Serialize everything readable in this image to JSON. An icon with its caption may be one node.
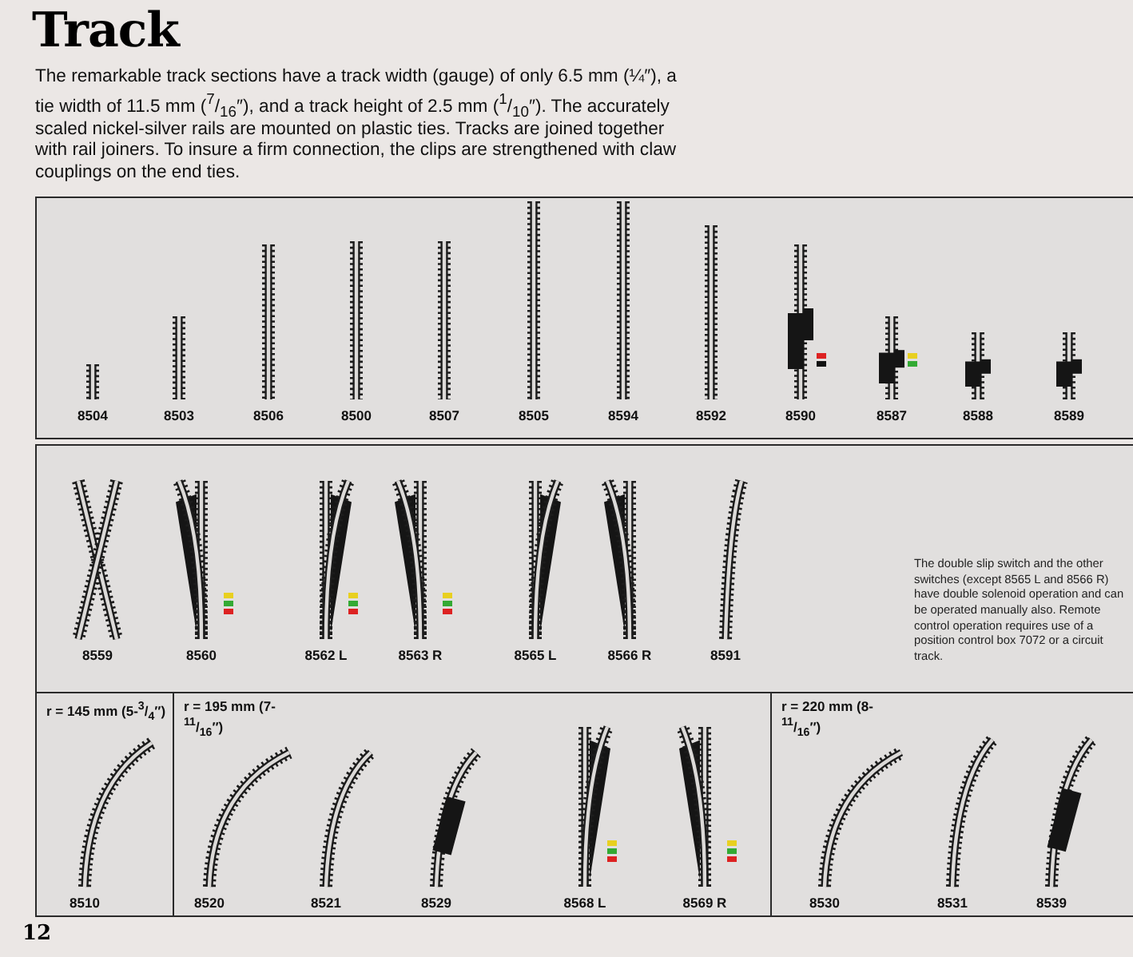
{
  "diagram": {
    "title": "Track",
    "nodes": [
      {
        "text": [],
        "shape": "box"
      },
      {
        "text": [
          "8504"
        ],
        "in": 0
      },
      {
        "text": [
          "8503"
        ],
        "in": 0
      },
      {
        "text": [
          "8506"
        ],
        "in": 0
      },
      {
        "text": [
          "8500"
        ],
        "in": 0
      },
      {
        "text": [
          "8507"
        ],
        "in": 0
      },
      {
        "text": [
          "8505"
        ],
        "in": 0
      },
      {
        "text": [
          "8594"
        ],
        "in": 0
      },
      {
        "text": [
          "8592"
        ],
        "in": 0
      },
      {
        "text": [
          "8590"
        ],
        "in": 0
      },
      {
        "text": [
          "8587"
        ],
        "in": 0
      },
      {
        "text": [
          "8588"
        ],
        "in": 0
      },
      {
        "text": [
          "8589"
        ],
        "in": 0
      },
      {
        "text": [],
        "shape": "box"
      },
      {
        "text": [
          "8559"
        ],
        "in": 13
      },
      {
        "text": [
          "8560"
        ],
        "in": 13
      },
      {
        "text": [
          "8562 L"
        ],
        "in": 13
      },
      {
        "text": [
          "8563 R"
        ],
        "in": 13
      },
      {
        "text": [
          "8565 L"
        ],
        "in": 13
      },
      {
        "text": [
          "8566 R"
        ],
        "in": 13
      },
      {
        "text": [
          "8591"
        ],
        "in": 13
      },
      {
        "text": [
          "r = 145 mm (5-$^{3}$/$_{4}$″)"
        ]
      },
      {
        "text": [
          "8510"
        ],
        "in": 21
      },
      {
        "text": [
          "r = 195 mm (7-$^{11}$/$_{16}$″)"
        ]
      },
      {
        "text": [
          "8520"
        ],
        "in": 23
      },
      {
        "text": [
          "8521"
        ],
        "in": 23
      },
      {
        "text": [
          "8529"
        ],
        "in": 23
      },
      {
        "text": [
          "8568 L"
        ],
        "in": 23
      },
      {
        "text": [
          "8569 R"
        ],
        "in": 23
      },
      {
        "text": [
          "r = 220 mm (8-$^{11}$/$_{16}$″)"
        ]
      },
      {
        "text": [
          "8530"
        ],
        "in": 29
      },
      {
        "text": [
          "8531"
        ],
        "in": 29
      },
      {
        "text": [
          "8539"
        ],
        "in": 29
      }
    ],
    "labels": [
      "The remarkable track sections have a track width (gauge) of only 6.5 mm (¼″), a tie width of 11.5 mm ($^{7}$/$_{16}$″), and a track height of 2.5 mm ($^{1}$/$_{10}$″). The accurately scaled nickel-silver rails are mounted on plastic ties. Tracks are joined together with rail joiners. To insure a firm connection, the clips are strengthened with claw couplings on the end ties.",
      "The double slip switch and the other switches (except 8565 L and 8566 R) have double solenoid operation and can be operated manually also. Remote control operation requires use of a position control box 7072 or a circuit track.",
      "12"
    ]
  }
}
